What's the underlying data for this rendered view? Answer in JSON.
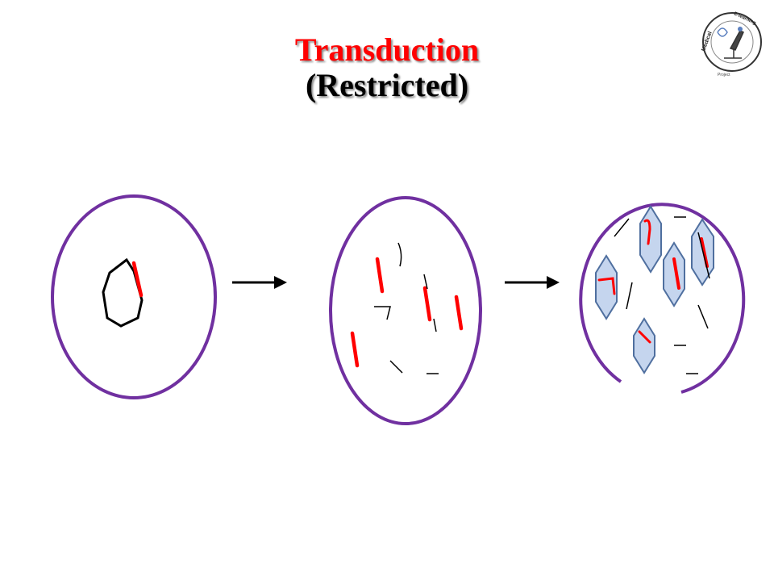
{
  "slide": {
    "title": "Transduction",
    "subtitle": "(Restricted)"
  },
  "logo": {
    "icon": "microscope-logo-icon",
    "text": "Medical Microbiology E-learning Project"
  },
  "colors": {
    "title": "#ff0000",
    "cell_outline": "#7030a0",
    "dna_fragment": "#ff0000",
    "chromosome": "#000000",
    "phage_fill": "#c5d5ee",
    "phage_outline": "#4f6f9f"
  },
  "diagram": {
    "stages": [
      {
        "name": "infected-bacterium",
        "icon": "bacterial-cell-icon"
      },
      {
        "name": "lysing-bacterium",
        "icon": "bacterial-cell-icon"
      },
      {
        "name": "phage-assembly",
        "icon": "bacterial-cell-icon"
      }
    ],
    "arrows": [
      "right-arrow-icon",
      "right-arrow-icon"
    ]
  }
}
